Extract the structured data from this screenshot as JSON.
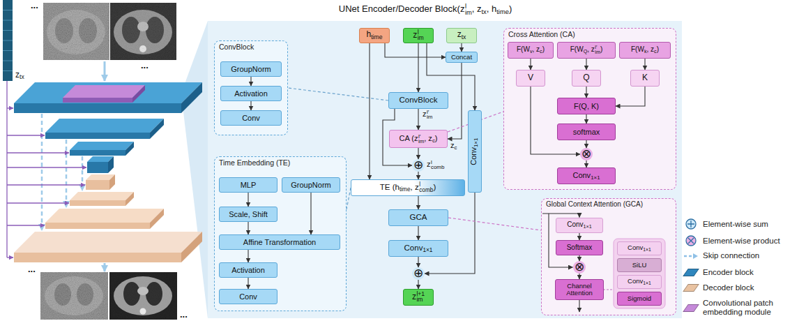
{
  "diagram": {
    "title": "UNet Encoder/Decoder Block",
    "nodes": [
      {
        "text": [
          "ConvBlock"
        ]
      },
      {
        "text": [
          "GroupNorm"
        ],
        "in": 0
      },
      {
        "text": [
          "Activation"
        ],
        "in": 0
      },
      {
        "text": [
          "Conv"
        ],
        "in": 0
      },
      {
        "text": [
          "Time Embedding (TE)"
        ]
      },
      {
        "text": [
          "MLP"
        ],
        "in": 4
      },
      {
        "text": [
          "GroupNorm"
        ],
        "in": 4
      },
      {
        "text": [
          "Scale, Shift"
        ],
        "in": 4
      },
      {
        "text": [
          "Affine Transformation"
        ],
        "in": 4
      },
      {
        "text": [
          "Activation"
        ],
        "in": 4
      },
      {
        "text": [
          "Conv"
        ],
        "in": 4
      },
      {
        "text": [
          "h",
          "time"
        ]
      },
      {
        "text": [
          "z",
          "im",
          "l"
        ]
      },
      {
        "text": [
          "z",
          "tx"
        ]
      },
      {
        "text": [
          "Concat"
        ]
      },
      {
        "text": [
          "ConvBlock"
        ]
      },
      {
        "text": [
          "CA (z",
          "im",
          "l′",
          ", z",
          "c",
          ")"
        ]
      },
      {
        "text": [
          "⊕"
        ]
      },
      {
        "text": [
          "TE (h",
          "time",
          ", z",
          "comb",
          "l",
          ")"
        ]
      },
      {
        "text": [
          "GCA"
        ]
      },
      {
        "text": [
          "Conv",
          "1×1"
        ]
      },
      {
        "text": [
          "⊕"
        ]
      },
      {
        "text": [
          "z",
          "im",
          "l+1"
        ]
      },
      {
        "text": [
          "Conv",
          "1×1"
        ]
      },
      {
        "text": [
          "Cross Attention (CA)"
        ]
      },
      {
        "text": [
          "F(W",
          "v",
          ", z",
          "c",
          ")"
        ],
        "in": 24
      },
      {
        "text": [
          "F(W",
          "Q",
          ", z",
          "im",
          "l′",
          ")"
        ],
        "in": 24
      },
      {
        "text": [
          "F(W",
          "k",
          ", z",
          "c",
          ")"
        ],
        "in": 24
      },
      {
        "text": [
          "V"
        ],
        "in": 24
      },
      {
        "text": [
          "Q"
        ],
        "in": 24
      },
      {
        "text": [
          "K"
        ],
        "in": 24
      },
      {
        "text": [
          "F(Q, K)"
        ],
        "in": 24
      },
      {
        "text": [
          "softmax"
        ],
        "in": 24
      },
      {
        "text": [
          "⊗"
        ],
        "in": 24
      },
      {
        "text": [
          "Conv",
          "1×1"
        ],
        "in": 24
      },
      {
        "text": [
          "Global Context Attention (GCA)"
        ]
      },
      {
        "text": [
          "Conv",
          "1×1"
        ],
        "in": 35
      },
      {
        "text": [
          "Softmax"
        ],
        "in": 35
      },
      {
        "text": [
          "⊗"
        ],
        "in": 35
      },
      {
        "text": [
          "Channel Attention"
        ],
        "in": 35
      },
      {
        "text": [
          "Conv",
          "1×1"
        ],
        "in": 35
      },
      {
        "text": [
          "SiLU"
        ],
        "in": 35
      },
      {
        "text": [
          "Conv",
          "1×1"
        ],
        "in": 35
      },
      {
        "text": [
          "Sigmoid"
        ],
        "in": 35
      }
    ],
    "edges": [
      {
        "from": 1,
        "to": 2,
        "arrow": "to"
      },
      {
        "from": 2,
        "to": 3,
        "arrow": "to"
      },
      {
        "from": 5,
        "to": 7,
        "arrow": "to"
      },
      {
        "from": 7,
        "to": 8,
        "arrow": "to"
      },
      {
        "from": 6,
        "to": 8,
        "arrow": "to"
      },
      {
        "from": 8,
        "to": 9,
        "arrow": "to"
      },
      {
        "from": 9,
        "to": 10,
        "arrow": "to"
      },
      {
        "from": 11,
        "to": 14,
        "arrow": "to"
      },
      {
        "from": 11,
        "to": 18,
        "arrow": "to"
      },
      {
        "from": 12,
        "to": 15,
        "arrow": "to"
      },
      {
        "from": 12,
        "to": 23,
        "arrow": "to"
      },
      {
        "from": 13,
        "to": 14,
        "arrow": "to"
      },
      {
        "from": 14,
        "to": 16,
        "arrow": "to"
      },
      {
        "from": 15,
        "to": 16,
        "arrow": "to"
      },
      {
        "from": 15,
        "to": 17,
        "arrow": "to"
      },
      {
        "from": 16,
        "to": 17,
        "arrow": "to"
      },
      {
        "from": 17,
        "to": 18,
        "arrow": "to"
      },
      {
        "from": 18,
        "to": 19,
        "arrow": "to"
      },
      {
        "from": 19,
        "to": 20,
        "arrow": "to"
      },
      {
        "from": 20,
        "to": 21,
        "arrow": "to"
      },
      {
        "from": 21,
        "to": 22,
        "arrow": "to"
      },
      {
        "from": 23,
        "to": 21,
        "arrow": "to"
      },
      {
        "from": 25,
        "to": 28,
        "arrow": "to"
      },
      {
        "from": 26,
        "to": 29,
        "arrow": "to"
      },
      {
        "from": 27,
        "to": 30,
        "arrow": "to"
      },
      {
        "from": 28,
        "to": 33,
        "arrow": "to"
      },
      {
        "from": 29,
        "to": 31,
        "arrow": "to"
      },
      {
        "from": 30,
        "to": 31,
        "arrow": "to"
      },
      {
        "from": 31,
        "to": 32,
        "arrow": "to"
      },
      {
        "from": 32,
        "to": 33,
        "arrow": "to"
      },
      {
        "from": 33,
        "to": 34,
        "arrow": "to"
      },
      {
        "from": 36,
        "to": 37,
        "arrow": "to"
      },
      {
        "from": 37,
        "to": 38,
        "arrow": "to"
      },
      {
        "from": 38,
        "to": 39,
        "arrow": "to"
      },
      {
        "from": 15,
        "to": 0,
        "arrow": "none"
      },
      {
        "from": 16,
        "to": 24,
        "arrow": "none"
      },
      {
        "from": 18,
        "to": 4,
        "arrow": "none"
      },
      {
        "from": 19,
        "to": 35,
        "arrow": "none"
      }
    ],
    "labels": [
      "(z",
      "im",
      "l",
      ", z",
      "tx",
      ", h",
      "time",
      ")",
      "z",
      "tx",
      "z",
      "im",
      "l′",
      "z",
      "c",
      "z",
      "comb",
      "l",
      "...",
      "...",
      "...",
      "..."
    ],
    "legend": [
      {
        "text": "Element-wise sum"
      },
      {
        "text": "Element-wise product"
      },
      {
        "text": "Skip connection"
      },
      {
        "text": "Encoder block",
        "color": "#2f86bd"
      },
      {
        "text": "Decoder block",
        "color": "#e9c3a2"
      },
      {
        "text": "Convolutional patch embedding module",
        "color": "#c58ad9"
      }
    ]
  }
}
